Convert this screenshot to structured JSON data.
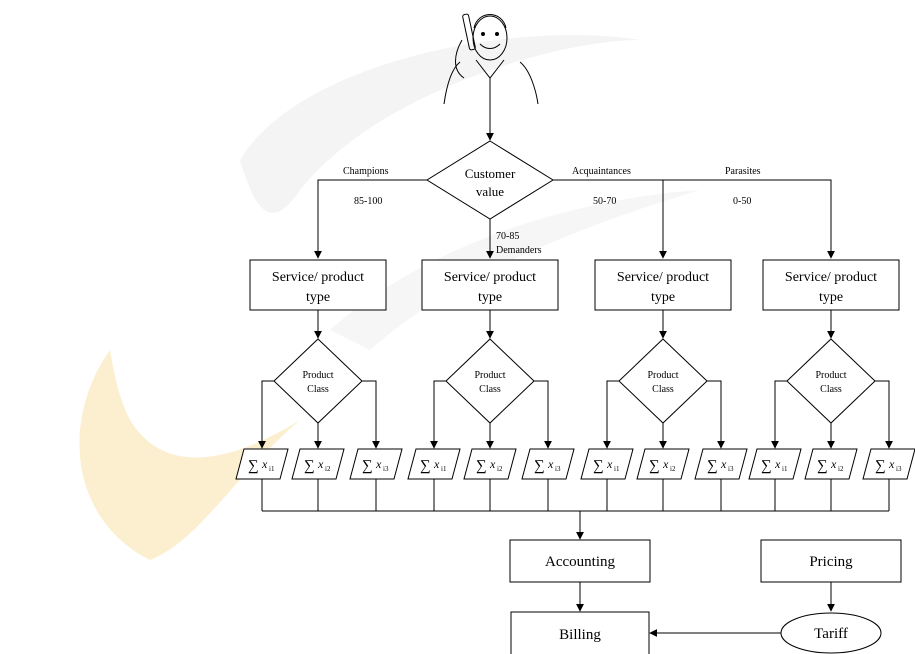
{
  "customer_node": {
    "line1": "Customer",
    "line2": "value"
  },
  "segments": [
    {
      "name": "Champions",
      "range": "85-100",
      "box_line1": "Service/ product",
      "box_line2": "type",
      "class_line1": "Product",
      "class_line2": "Class"
    },
    {
      "name": "Demanders",
      "range": "70-85",
      "box_line1": "Service/ product",
      "box_line2": "type",
      "class_line1": "Product",
      "class_line2": "Class"
    },
    {
      "name": "Acquaintances",
      "range": "50-70",
      "box_line1": "Service/ product",
      "box_line2": "type",
      "class_line1": "Product",
      "class_line2": "Class"
    },
    {
      "name": "Parasites",
      "range": "0-50",
      "box_line1": "Service/ product",
      "box_line2": "type",
      "class_line1": "Product",
      "class_line2": "Class"
    }
  ],
  "sum_symbol": "∑",
  "sum_var": "x",
  "sum_subscripts": [
    "i1",
    "i2",
    "i3"
  ],
  "accounting_label": "Accounting",
  "pricing_label": "Pricing",
  "billing_label": "Billing",
  "tariff_label": "Tariff",
  "colors": {
    "stroke": "#000000",
    "watermark_yellow": "#f6d98a",
    "watermark_grey": "#e9e9e9"
  }
}
